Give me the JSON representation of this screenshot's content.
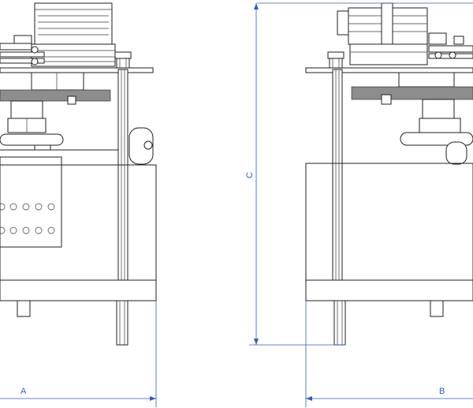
{
  "dimensions": {
    "a_label": "A",
    "b_label": "B",
    "c_label": "C"
  },
  "colors": {
    "line": "#1f1f1f",
    "dimension": "#2f5fbf",
    "gear_teeth": "#8d8d8d"
  }
}
